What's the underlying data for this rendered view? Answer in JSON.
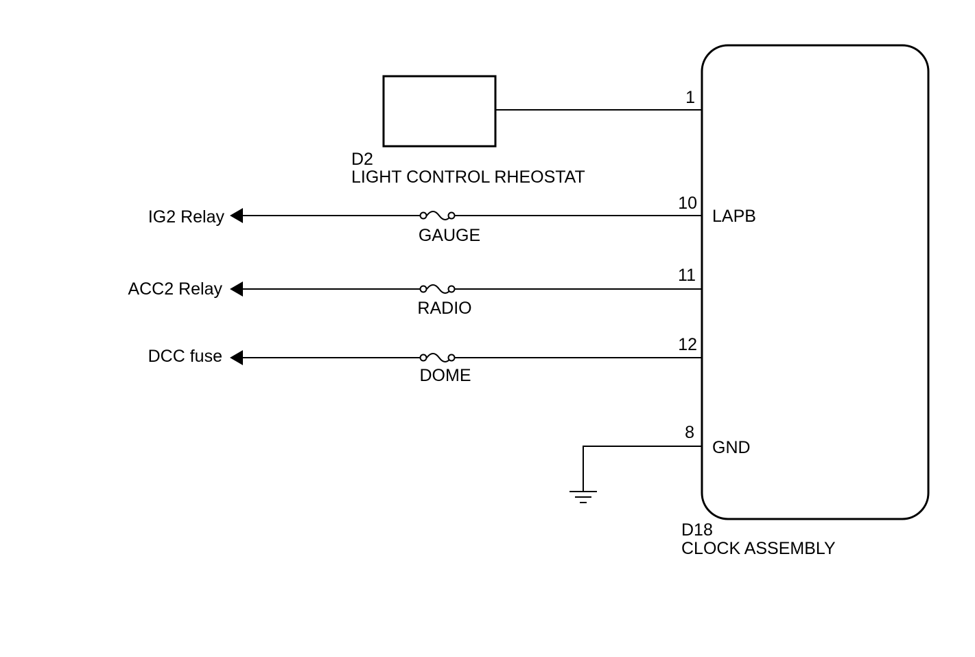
{
  "components": {
    "rheostat": {
      "code": "D2",
      "name": "LIGHT CONTROL RHEOSTAT"
    },
    "clock": {
      "code": "D18",
      "name": "CLOCK ASSEMBLY"
    }
  },
  "pins": {
    "p1": {
      "number": "1",
      "label": ""
    },
    "p10": {
      "number": "10",
      "label": "LAPB"
    },
    "p11": {
      "number": "11",
      "label": ""
    },
    "p12": {
      "number": "12",
      "label": ""
    },
    "p8": {
      "number": "8",
      "label": "GND"
    }
  },
  "circuits": [
    {
      "destination": "IG2 Relay",
      "fuse": "GAUGE"
    },
    {
      "destination": "ACC2 Relay",
      "fuse": "RADIO"
    },
    {
      "destination": "DCC fuse",
      "fuse": "DOME"
    }
  ],
  "colors": {
    "line": "#000000",
    "background": "#ffffff"
  }
}
